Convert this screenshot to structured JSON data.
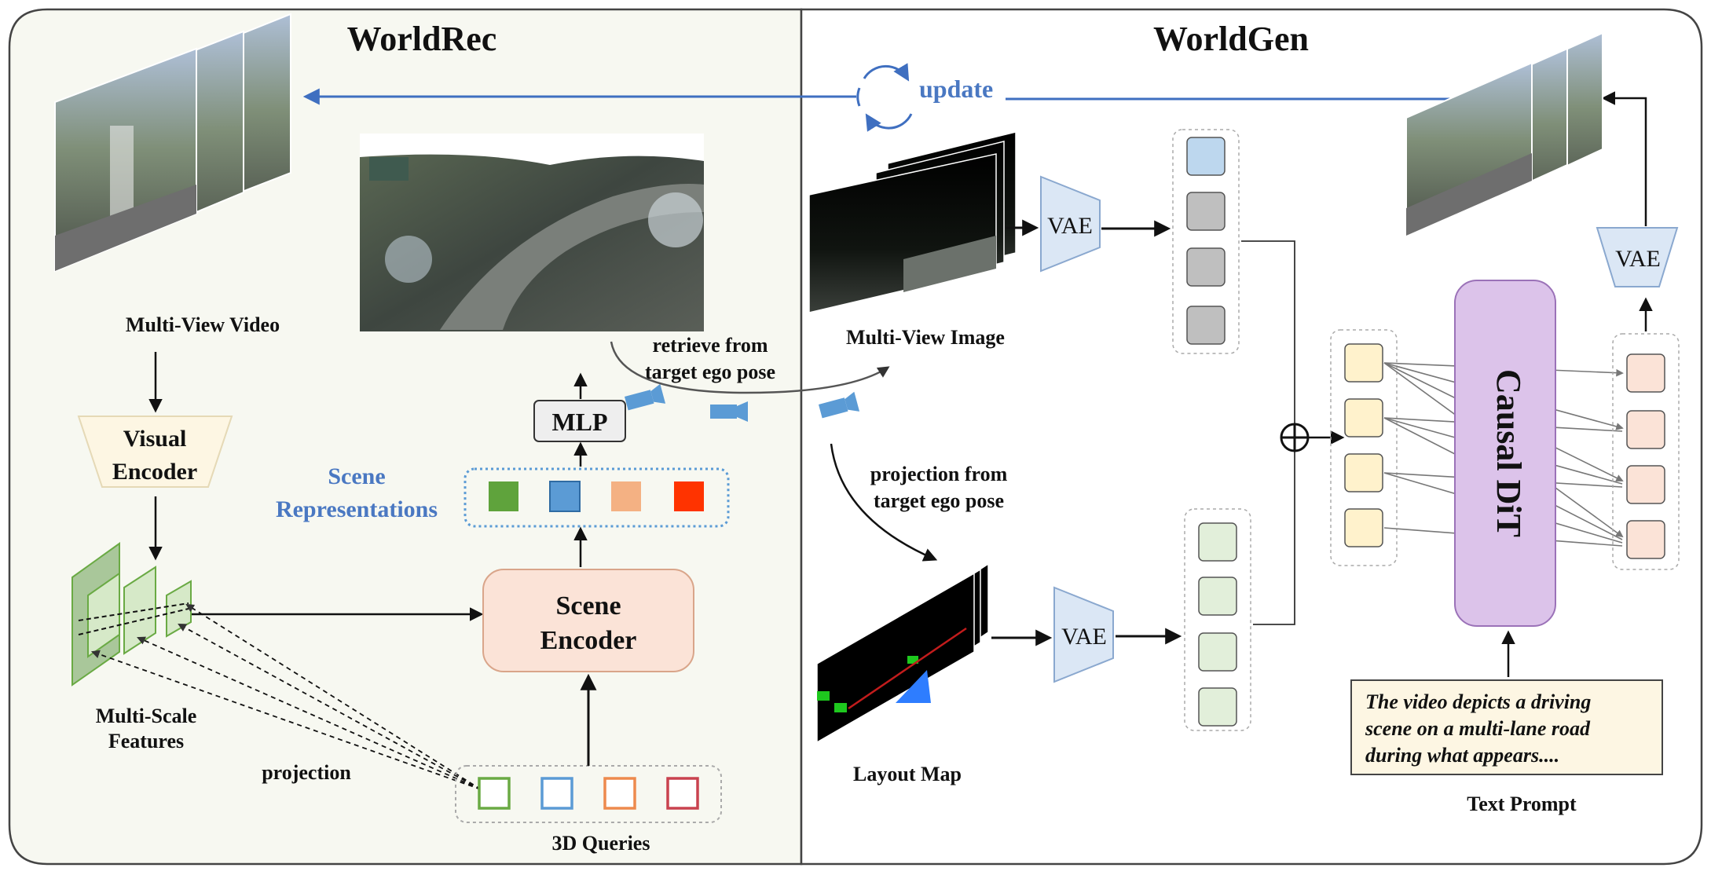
{
  "panels": {
    "left_title": "WorldRec",
    "right_title": "WorldGen"
  },
  "labels": {
    "update": "update",
    "multi_view_video": "Multi-View Video",
    "visual_encoder_line1": "Visual",
    "visual_encoder_line2": "Encoder",
    "multi_scale_line1": "Multi-Scale",
    "multi_scale_line2": "Features",
    "projection": "projection",
    "mlp": "MLP",
    "scene_rep_line1": "Scene",
    "scene_rep_line2": "Representations",
    "scene_encoder_line1": "Scene",
    "scene_encoder_line2": "Encoder",
    "queries": "3D Queries",
    "retrieve_line1": "retrieve from",
    "retrieve_line2": "target ego pose",
    "multi_view_image": "Multi-View Image",
    "projection_from_line1": "projection from",
    "projection_from_line2": "target ego pose",
    "layout_map": "Layout Map",
    "vae_top": "VAE",
    "vae_bottom": "VAE",
    "vae_out": "VAE",
    "causal_dit": "Causal DiT",
    "text_prompt_line1": "The video depicts a driving",
    "text_prompt_line2": "scene on a multi-lane road",
    "text_prompt_line3": "during what appears....",
    "text_prompt_caption": "Text Prompt"
  },
  "colors": {
    "accent_blue": "#4a78c2",
    "scene_rep": [
      "#5fa33c",
      "#5b9bd5",
      "#f4b183",
      "#ff3300"
    ],
    "queries": [
      "#6aaa44",
      "#5b9bd5",
      "#ed8a4e",
      "#c9424f"
    ],
    "causal_dit": "#dcc3ea",
    "scene_encoder": "#fbe3d7",
    "visual_encoder": "#fdf6e3"
  }
}
